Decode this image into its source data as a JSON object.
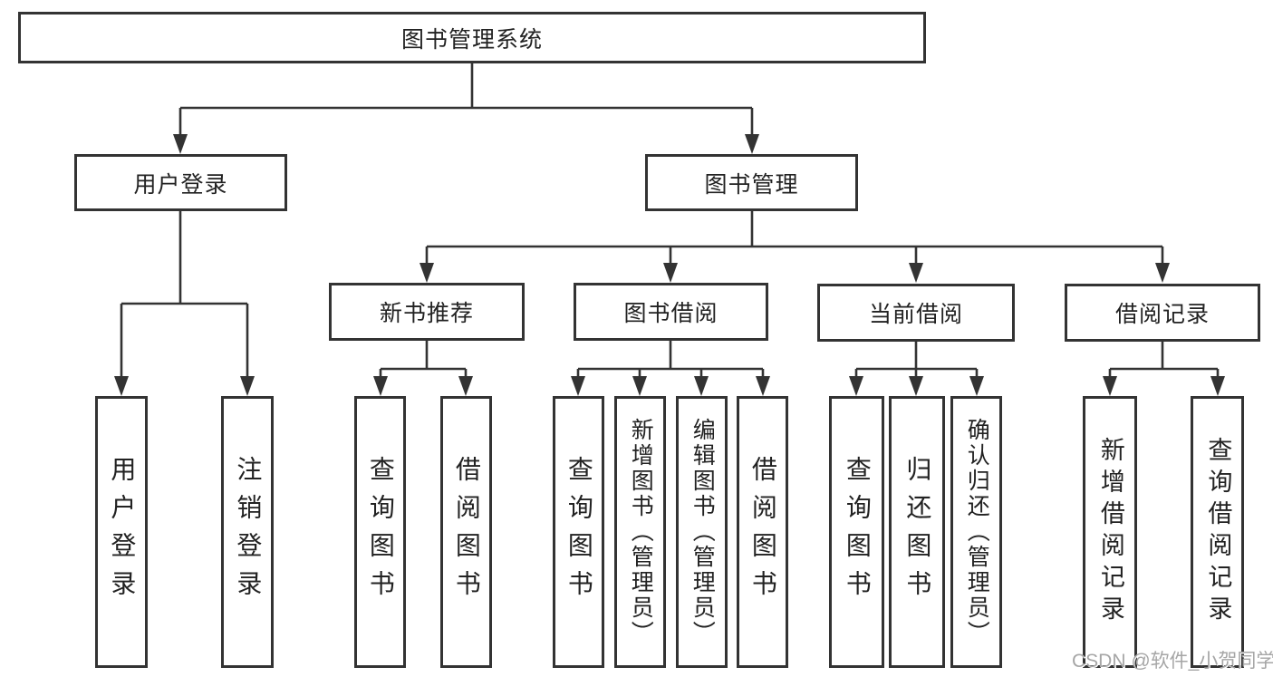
{
  "diagram": {
    "root": {
      "label": "图书管理系统"
    },
    "branches": [
      {
        "label": "用户登录",
        "children": [
          {
            "label": "用户登录"
          },
          {
            "label": "注销登录"
          }
        ]
      },
      {
        "label": "图书管理",
        "children": [
          {
            "label": "新书推荐",
            "children": [
              {
                "label": "查询图书"
              },
              {
                "label": "借阅图书"
              }
            ]
          },
          {
            "label": "图书借阅",
            "children": [
              {
                "label": "查询图书"
              },
              {
                "label": "新增图书（管理员）"
              },
              {
                "label": "编辑图书（管理员）"
              },
              {
                "label": "借阅图书"
              }
            ]
          },
          {
            "label": "当前借阅",
            "children": [
              {
                "label": "查询图书"
              },
              {
                "label": "归还图书"
              },
              {
                "label": "确认归还（管理员）"
              }
            ]
          },
          {
            "label": "借阅记录",
            "children": [
              {
                "label": "新增借阅记录"
              },
              {
                "label": "查询借阅记录"
              }
            ]
          }
        ]
      }
    ],
    "watermark": "CSDN @软件_小贺同学",
    "colors": {
      "line": "#333333",
      "text": "#222222",
      "box_background": "#ffffff",
      "watermark": "#a6a6a6"
    }
  }
}
